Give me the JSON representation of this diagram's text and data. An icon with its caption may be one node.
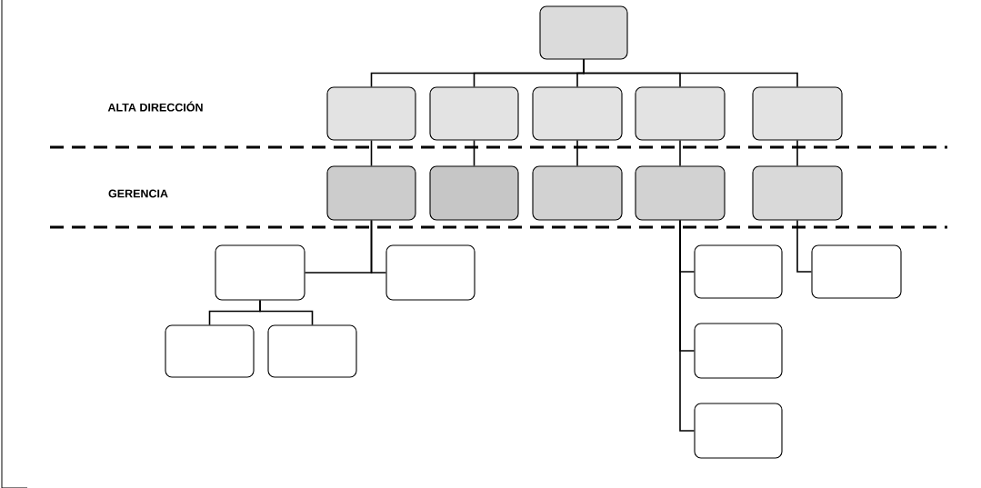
{
  "diagram": {
    "nodes": [
      {
        "text": [],
        "shape": "box"
      },
      {
        "text": [],
        "shape": "box"
      },
      {
        "text": [],
        "shape": "box"
      },
      {
        "text": [],
        "shape": "box"
      },
      {
        "text": [],
        "shape": "box"
      },
      {
        "text": [],
        "shape": "box"
      },
      {
        "text": [],
        "shape": "box"
      },
      {
        "text": [],
        "shape": "box"
      },
      {
        "text": [],
        "shape": "box"
      },
      {
        "text": [],
        "shape": "box"
      },
      {
        "text": [],
        "shape": "box"
      },
      {
        "text": [],
        "shape": "box"
      },
      {
        "text": [],
        "shape": "box"
      },
      {
        "text": [],
        "shape": "box"
      },
      {
        "text": [],
        "shape": "box"
      },
      {
        "text": [],
        "shape": "box"
      },
      {
        "text": [],
        "shape": "box"
      },
      {
        "text": [],
        "shape": "box"
      },
      {
        "text": [],
        "shape": "box"
      }
    ],
    "edges": [
      {
        "from": 0,
        "to": 1,
        "arrow": "none"
      },
      {
        "from": 0,
        "to": 2,
        "arrow": "none"
      },
      {
        "from": 0,
        "to": 3,
        "arrow": "none"
      },
      {
        "from": 0,
        "to": 4,
        "arrow": "none"
      },
      {
        "from": 0,
        "to": 5,
        "arrow": "none"
      },
      {
        "from": 1,
        "to": 6,
        "arrow": "none"
      },
      {
        "from": 2,
        "to": 7,
        "arrow": "none"
      },
      {
        "from": 3,
        "to": 8,
        "arrow": "none"
      },
      {
        "from": 4,
        "to": 9,
        "arrow": "none"
      },
      {
        "from": 5,
        "to": 10,
        "arrow": "none"
      },
      {
        "from": 6,
        "to": 11,
        "arrow": "none"
      },
      {
        "from": 6,
        "to": 12,
        "arrow": "none"
      },
      {
        "from": 11,
        "to": 15,
        "arrow": "none"
      },
      {
        "from": 11,
        "to": 16,
        "arrow": "none"
      },
      {
        "from": 9,
        "to": 13,
        "arrow": "none"
      },
      {
        "from": 9,
        "to": 17,
        "arrow": "none"
      },
      {
        "from": 9,
        "to": 18,
        "arrow": "none"
      },
      {
        "from": 10,
        "to": 14,
        "arrow": "none"
      }
    ],
    "labels": [
      "ALTA DIRECCIÓN",
      "GERENCIA"
    ]
  }
}
